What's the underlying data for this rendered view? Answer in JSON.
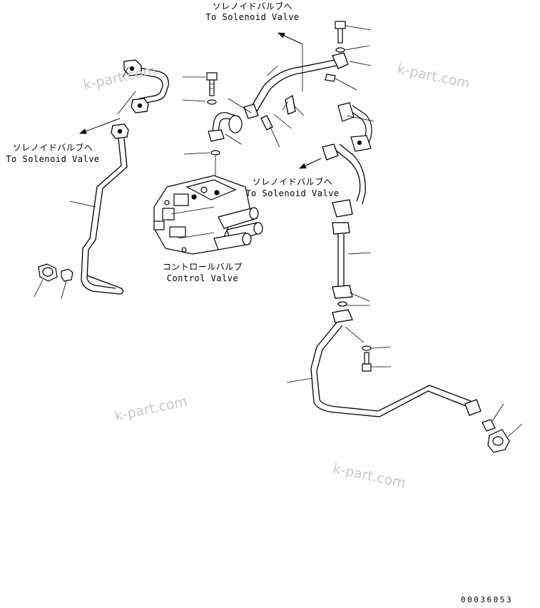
{
  "labels": {
    "solenoid_top": {
      "jp": "ソレノイドバルブへ",
      "en": "To Solenoid Valve"
    },
    "solenoid_left": {
      "jp": "ソレノイドバルブへ",
      "en": "To Solenoid Valve"
    },
    "solenoid_right": {
      "jp": "ソレノイドバルブへ",
      "en": "To Solenoid Valve"
    },
    "control_valve": {
      "jp": "コントロールバルブ",
      "en": "Control Valve"
    }
  },
  "watermarks": [
    "k-part.com",
    "k-part.com",
    "k-part.com",
    "k-part.com"
  ],
  "document_number": "00036053"
}
